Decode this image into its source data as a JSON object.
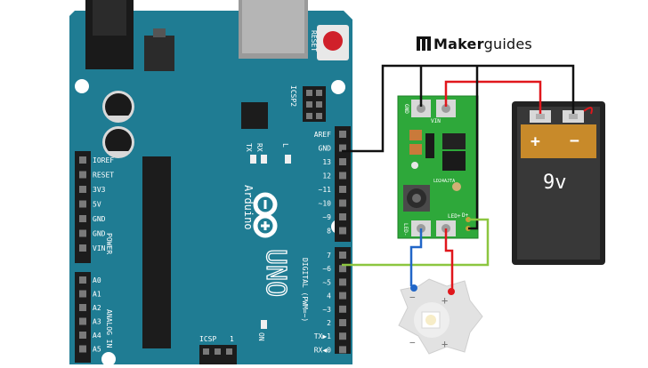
{
  "branding": {
    "logo_glyph": "m",
    "bold_text": "Maker",
    "light_text": "guides"
  },
  "arduino": {
    "reset_label": "RESET",
    "icsp2_label": "ICSP2",
    "icsp_label": "ICSP",
    "tx_label": "TX",
    "rx_label": "RX",
    "l_label": "L",
    "on_label": "ON",
    "brand_label": "Arduino",
    "model_label": "UNO",
    "digital_label": "DIGITAL (PWM=~)",
    "power_label": "POWER",
    "analog_label": "ANALOG IN",
    "digital_pins": [
      "AREF",
      "GND",
      "13",
      "12",
      "~11",
      "~10",
      "~9",
      "8",
      "7",
      "~6",
      "~5",
      "4",
      "~3",
      "2",
      "TX▶1",
      "RX◀0"
    ],
    "power_pins": [
      "IOREF",
      "RESET",
      "3V3",
      "5V",
      "GND",
      "GND",
      "VIN"
    ],
    "analog_pins": [
      "A0",
      "A1",
      "A2",
      "A3",
      "A4",
      "A5"
    ],
    "ic_label": "1"
  },
  "driver": {
    "gnd_label": "GND",
    "vin_label": "VIN",
    "led_minus_label": "LED-",
    "led_plus_label": "LED+",
    "dplus_label": "D+",
    "part_label": "LD24AJTA"
  },
  "battery": {
    "plus_label": "+",
    "minus_label": "−",
    "voltage_label": "9v"
  },
  "led": {
    "plus_label": "+",
    "minus_label": "−"
  },
  "colors": {
    "board": "#1f7c93",
    "board_dark": "#16647a",
    "driver_pcb": "#2ea83a",
    "wire_black": "#111111",
    "wire_red": "#e0171c",
    "wire_blue": "#2166c8",
    "wire_green": "#8cc63f",
    "battery": "#333333",
    "battery_label": "#c88a2a"
  }
}
